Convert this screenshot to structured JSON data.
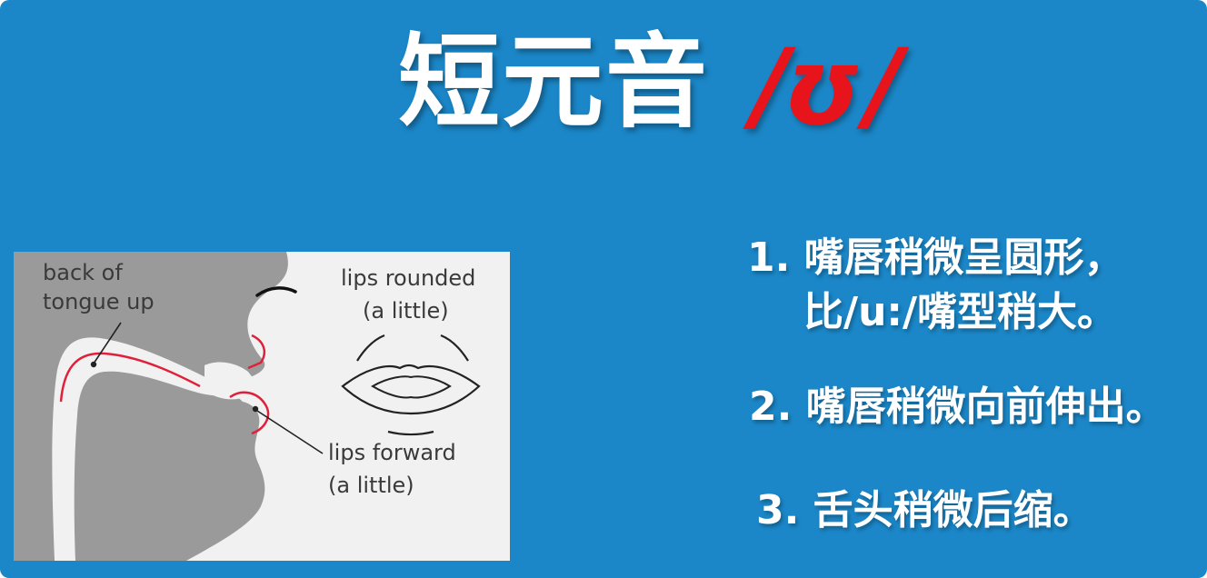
{
  "title": {
    "chinese": "短元音",
    "ipa": "/ʊ/"
  },
  "diagram": {
    "label_tongue_line1": "back of",
    "label_tongue_line2": "tongue up",
    "label_lips_rounded_line1": "lips rounded",
    "label_lips_rounded_line2": "(a little)",
    "label_lips_forward_line1": "lips forward",
    "label_lips_forward_line2": "(a little)"
  },
  "steps": [
    {
      "line1": "1. 嘴唇稍微呈圆形，",
      "line2": "比/u:/嘴型稍大。"
    },
    {
      "line1": "2. 嘴唇稍微向前伸出。"
    },
    {
      "line1": "3. 舌头稍微后缩。"
    }
  ],
  "colors": {
    "background": "#1b87c8",
    "ipa": "#e8141c",
    "text": "#ffffff",
    "diagram_bg": "#f1f1f1",
    "diagram_shape": "#9a9a9a",
    "tongue_line": "#e0203a"
  }
}
